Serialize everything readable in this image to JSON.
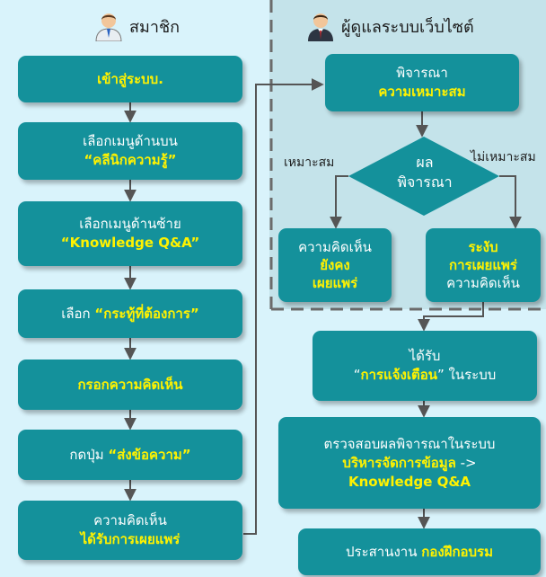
{
  "headers": {
    "member": "สมาชิก",
    "admin": "ผู้ดูแลระบบเว็บไซต์"
  },
  "member_steps": {
    "login": "เข้าสู่ระบบ.",
    "menu_top_line1": "เลือกเมนูด้านบน",
    "menu_top_line2": "“คลีนิกความรู้”",
    "menu_left_line1": "เลือกเมนูด้านซ้าย",
    "menu_left_line2": "“Knowledge Q&A”",
    "choose_prefix": "เลือก ",
    "choose_highlight": "“กระทู้ที่ต้องการ”",
    "fill_comment": "กรอกความคิดเห็น",
    "press_prefix": "กดปุ่ม ",
    "press_highlight": "“ส่งข้อความ”",
    "published_line1": "ความคิดเห็น",
    "published_line2": "ได้รับการเผยแพร่"
  },
  "admin_steps": {
    "consider_line1": "พิจารณา",
    "consider_line2": "ความเหมาะสม",
    "decision_line1": "ผล",
    "decision_line2": "พิจารณา",
    "label_suitable": "เหมาะสม",
    "label_unsuitable": "ไม่เหมาะสม",
    "still_line1": "ความคิดเห็น",
    "still_line2": "ยังคง",
    "still_line3": "เผยแพร่",
    "suspend_line1": "ระงับ",
    "suspend_line2": "การเผยแพร่",
    "suspend_line3": "ความคิดเห็น"
  },
  "result_steps": {
    "notify_line1": "ได้รับ",
    "notify_quote_open": "“",
    "notify_highlight": "การแจ้งเตือน",
    "notify_quote_close": "”",
    "notify_suffix": " ในระบบ",
    "check_line1": "ตรวจสอบผลพิจารณาในระบบ",
    "check_line2_hl": "บริหารจัดการข้อมูล",
    "check_line2_arrow": " ->",
    "check_line3": "Knowledge Q&A",
    "coordinate_prefix": "ประสานงาน ",
    "coordinate_highlight": "กองฝึกอบรม"
  },
  "colors": {
    "page_background": "#d9f3fb",
    "admin_background": "#c4e3ea",
    "box_fill": "#14919b",
    "highlight_text": "#fff200",
    "arrow": "#555555"
  },
  "icons": {
    "member": "member-avatar-icon",
    "admin": "admin-avatar-icon"
  }
}
